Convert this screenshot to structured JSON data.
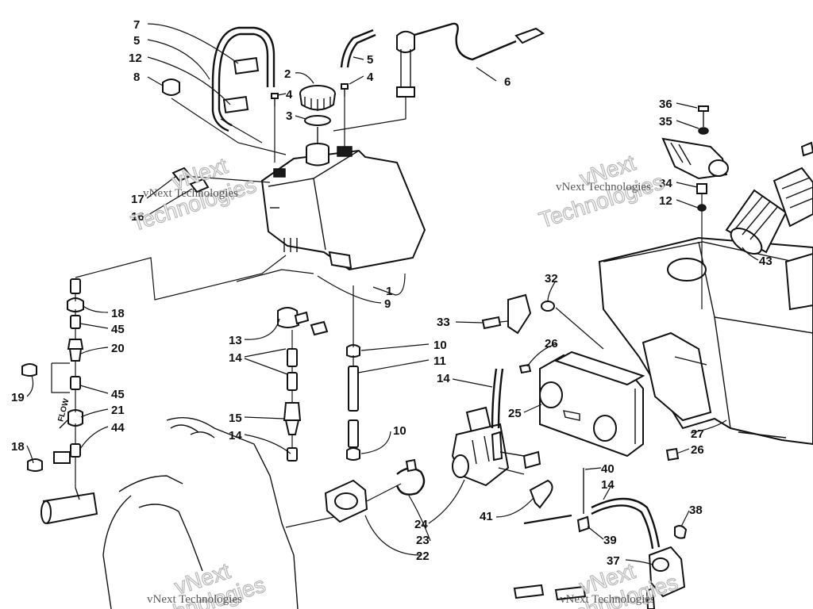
{
  "diagram": {
    "watermarks": [
      {
        "line1": "vNext",
        "line2": "Technologies",
        "small": "vNext Technologies"
      },
      {
        "line1": "vNext",
        "line2": "Technologies",
        "small": "vNext Technologies"
      },
      {
        "line1": "vNext",
        "line2": "Technologies",
        "small": "vNext Technologies"
      },
      {
        "line1": "vNext",
        "line2": "Technologies",
        "small": "vNext Technologies"
      }
    ],
    "flow_label": "FLOW",
    "callouts": {
      "c1": "1",
      "c2": "2",
      "c3": "3",
      "c4a": "4",
      "c4b": "4",
      "c5a": "5",
      "c5b": "5",
      "c6": "6",
      "c7": "7",
      "c8": "8",
      "c9": "9",
      "c10a": "10",
      "c10b": "10",
      "c11": "11",
      "c12a": "12",
      "c12b": "12",
      "c13": "13",
      "c14a": "14",
      "c14b": "14",
      "c14c": "14",
      "c14d": "14",
      "c15": "15",
      "c16": "16",
      "c17": "17",
      "c18a": "18",
      "c18b": "18",
      "c19": "19",
      "c20": "20",
      "c21": "21",
      "c22": "22",
      "c23": "23",
      "c24": "24",
      "c25": "25",
      "c26a": "26",
      "c26b": "26",
      "c27": "27",
      "c32": "32",
      "c33": "33",
      "c34": "34",
      "c35": "35",
      "c36": "36",
      "c37": "37",
      "c38": "38",
      "c39": "39",
      "c40": "40",
      "c41": "41",
      "c43": "43",
      "c44": "44",
      "c45a": "45",
      "c45b": "45"
    }
  }
}
